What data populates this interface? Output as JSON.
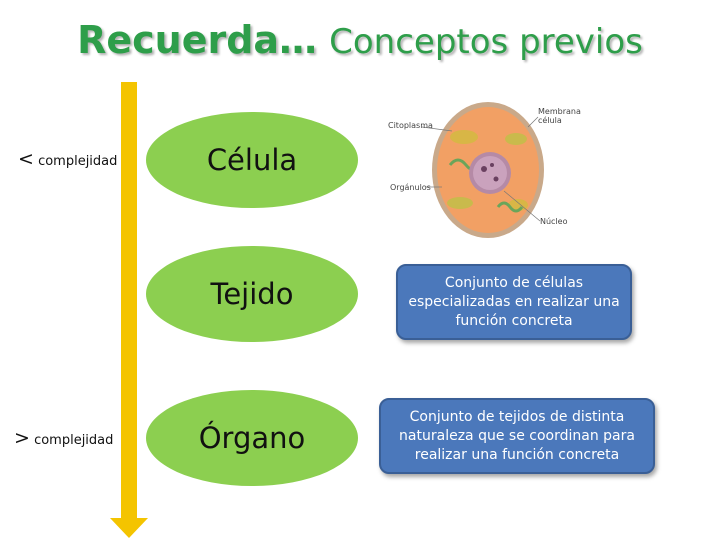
{
  "title": {
    "bold_part": "Recuerda…",
    "rest": "Conceptos previos"
  },
  "scale": {
    "low_symbol": "<",
    "low_text": "complejidad",
    "high_symbol": ">",
    "high_text": "complejidad"
  },
  "levels": [
    {
      "label": "Célula"
    },
    {
      "label": "Tejido",
      "description": "Conjunto de células especializadas en realizar una función concreta"
    },
    {
      "label": "Órgano",
      "description": "Conjunto de tejidos de distinta naturaleza que se coordinan para realizar una función concreta"
    }
  ],
  "cell_diagram": {
    "labels": {
      "cytoplasm": "Citoplasma",
      "membrane": "Membrana célula",
      "organelles": "Orgánulos",
      "nucleus": "Núcleo"
    }
  },
  "colors": {
    "title": "#2e9e4a",
    "arrow": "#f4c400",
    "oval": "#8ccf50",
    "box": "#4b78bb"
  }
}
